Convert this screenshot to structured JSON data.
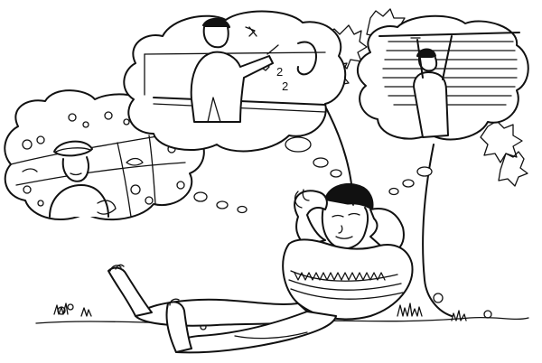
{
  "illustration": {
    "style": "black-and-white line drawing",
    "colors": {
      "ink": "#111111",
      "paper": "#ffffff"
    }
  },
  "blackboard": {
    "digits": [
      "2",
      "2"
    ]
  }
}
